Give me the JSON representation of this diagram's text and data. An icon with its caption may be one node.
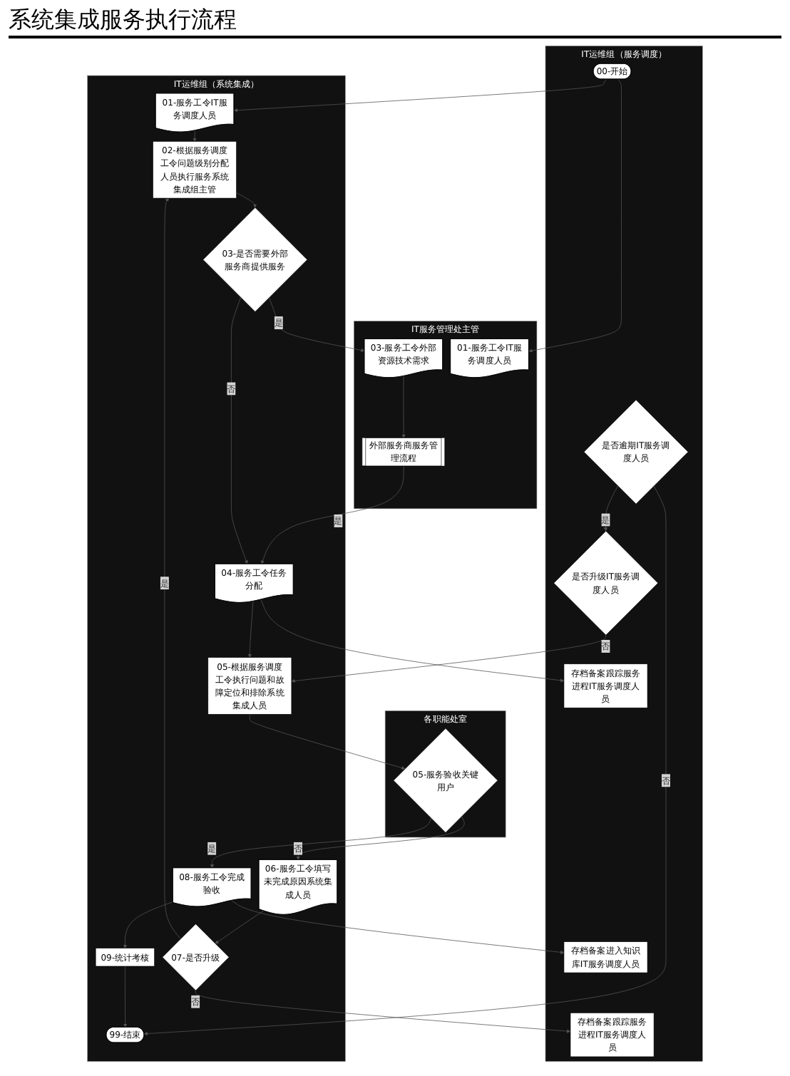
{
  "diagram": {
    "title": "系统集成服务执行流程",
    "nodes": [
      {
        "text": [
          "IT运维组（服务调度）"
        ]
      },
      {
        "text": [
          "IT服务管理处主管"
        ]
      },
      {
        "text": [
          "IT运维组（系统集成）"
        ]
      },
      {
        "text": [
          "各职能处室"
        ]
      },
      {
        "text": [
          "00-开始"
        ],
        "in": 0
      },
      {
        "text": [
          "存档备案跟踪服务进程IT服务调度人员"
        ],
        "in": 0
      },
      {
        "text": [
          "是否逾期IT服务调度人员"
        ],
        "in": 0
      },
      {
        "text": [
          "是否升级IT服务调度人员"
        ],
        "in": 0
      },
      {
        "text": [
          "存档备案跟踪服务进程IT服务调度人员"
        ],
        "in": 0
      },
      {
        "text": [
          "存档备案进入知识库IT服务调度人员"
        ],
        "in": 0
      },
      {
        "text": [
          "01-服务工令IT服务调度人员"
        ],
        "in": 1
      },
      {
        "text": [
          "03-服务工令外部资源技术需求"
        ],
        "in": 1
      },
      {
        "text": [
          "外部服务商服务管理流程"
        ],
        "in": 1
      },
      {
        "text": [
          "01-服务工令IT服务调度人员"
        ],
        "in": 2
      },
      {
        "text": [
          "02-根据服务调度工令问题级别分配人员执行服务系统集成组主管"
        ],
        "in": 2
      },
      {
        "text": [
          "03-是否需要外部服务商提供服务"
        ],
        "in": 2
      },
      {
        "text": [
          "04-服务工令任务分配"
        ],
        "in": 2
      },
      {
        "text": [
          "05-根据服务调度工令执行问题和故障定位和排除系统集成人员"
        ],
        "in": 2
      },
      {
        "text": [
          "06-服务工令填写未完成原因系统集成人员"
        ],
        "in": 2
      },
      {
        "text": [
          "07-是否升级"
        ],
        "in": 2
      },
      {
        "text": [
          "08-服务工令完成验收"
        ],
        "in": 2
      },
      {
        "text": [
          "09-统计考核"
        ],
        "in": 2
      },
      {
        "text": [
          "99-结束"
        ],
        "in": 2
      },
      {
        "text": [
          "05-服务验收关键用户"
        ],
        "in": 3
      }
    ],
    "edges": [
      {
        "from": 4,
        "to": 10,
        "arrow": "to"
      },
      {
        "from": 4,
        "to": 13,
        "arrow": "to"
      },
      {
        "from": 13,
        "to": 14,
        "arrow": "to"
      },
      {
        "from": 14,
        "to": 15,
        "arrow": "to"
      },
      {
        "from": 15,
        "to": 11,
        "arrow": "to",
        "label": "是"
      },
      {
        "from": 11,
        "to": 12,
        "arrow": "to"
      },
      {
        "from": 12,
        "to": 16,
        "arrow": "to",
        "label": "是"
      },
      {
        "from": 15,
        "to": 16,
        "arrow": "to",
        "label": "否"
      },
      {
        "from": 16,
        "to": 5,
        "arrow": "to"
      },
      {
        "from": 16,
        "to": 17,
        "arrow": "to"
      },
      {
        "from": 17,
        "to": 23,
        "arrow": "to"
      },
      {
        "from": 23,
        "to": 18,
        "arrow": "to",
        "label": "否"
      },
      {
        "from": 23,
        "to": 20,
        "arrow": "to",
        "label": "是"
      },
      {
        "from": 6,
        "to": 7,
        "arrow": "to",
        "label": "是"
      },
      {
        "from": 7,
        "to": 17,
        "arrow": "to",
        "label": "否"
      },
      {
        "from": 6,
        "to": 22,
        "arrow": "to",
        "label": "否"
      },
      {
        "from": 18,
        "to": 19,
        "arrow": "to"
      },
      {
        "from": 19,
        "to": 14,
        "arrow": "to",
        "label": "是"
      },
      {
        "from": 19,
        "to": 8,
        "arrow": "to",
        "label": "否"
      },
      {
        "from": 20,
        "to": 9,
        "arrow": "to"
      },
      {
        "from": 20,
        "to": 21,
        "arrow": "to"
      },
      {
        "from": 21,
        "to": 22,
        "arrow": "to"
      }
    ]
  }
}
